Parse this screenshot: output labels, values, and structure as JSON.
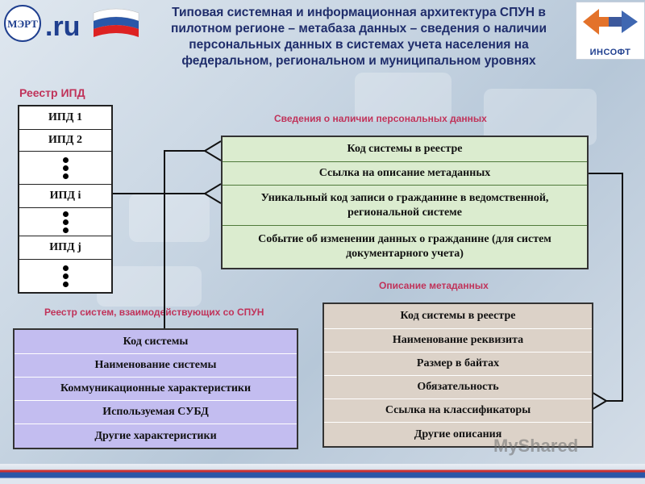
{
  "title": "Типовая системная и информационная архитектура СПУН в пилотном регионе – метабаза данных – сведения о наличии персональных данных в системах учета населения на федеральном, региональном и муниципальном уровнях",
  "logos": {
    "left_text": ".ru",
    "left_badge": "МЭРТ",
    "right_text": "ИНСОФТ"
  },
  "captions": {
    "ipd_registry": "Реестр ИПД",
    "personal_data": "Сведения о наличии персональных данных",
    "metadata": "Описание метаданных",
    "systems_registry": "Реестр систем, взаимодействующих со СПУН"
  },
  "ipd_list": [
    "ИПД 1",
    "ИПД 2",
    "ИПД i",
    "ИПД j"
  ],
  "personal_data_table": [
    "Код системы в реестре",
    "Ссылка на описание метаданных",
    "Уникальный код записи о гражданине в ведомственной, региональной системе",
    "Событие об изменении данных о гражданине (для систем документарного учета)"
  ],
  "systems_table": [
    "Код системы",
    "Наименование системы",
    "Коммуникационные характеристики",
    "Используемая СУБД",
    "Другие характеристики"
  ],
  "metadata_table": [
    "Код системы в реестре",
    "Наименование реквизита",
    "Размер в байтах",
    "Обязательность",
    "Ссылка на классификаторы",
    "Другие описания"
  ],
  "watermark": "MyShared",
  "colors": {
    "title": "#1f2d6b",
    "caption": "#c0335a",
    "green": "#dbeccf",
    "purple": "#c3bdf0",
    "tan": "#dcd2c8"
  }
}
